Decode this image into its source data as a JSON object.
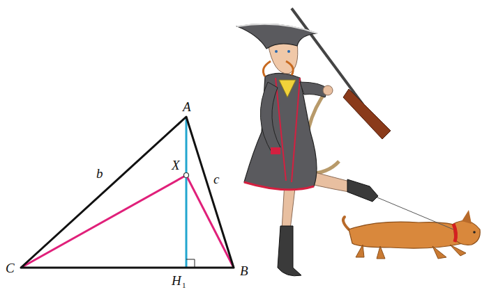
{
  "diagram": {
    "labels": [
      "A",
      "X",
      "b",
      "c",
      "C",
      "H",
      "1",
      "B"
    ]
  }
}
